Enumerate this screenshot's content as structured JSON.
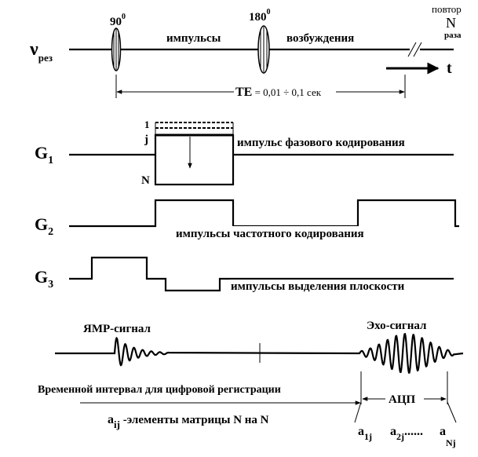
{
  "rf": {
    "nu_main": "ν",
    "nu_sub": "рез",
    "pulse90_label": "90",
    "pulse90_sup": "0",
    "pulse180_label": "180",
    "pulse180_sup": "0",
    "text_left": "импульсы",
    "text_right": "возбуждения",
    "repeat_top": "повтор",
    "repeat_N": "N",
    "repeat_bottom": "раза",
    "time_axis": "t",
    "te_label": "TE",
    "te_value": " = 0,01 ÷ 0,1 сек"
  },
  "g1": {
    "label_main": "G",
    "label_sub": "1",
    "step_top": "1",
    "step_j": "j",
    "step_N": "N",
    "caption": "импульс фазового кодирования"
  },
  "g2": {
    "label_main": "G",
    "label_sub": "2",
    "caption": "импульсы  частотного  кодирования"
  },
  "g3": {
    "label_main": "G",
    "label_sub": "3",
    "caption": "импульсы выделения плоскости"
  },
  "signal": {
    "nmr_label": "ЯМР-сигнал",
    "echo_label": "Эхо-сигнал",
    "interval_text": "Временной интервал для цифровой регистрации",
    "adc_label": "АЦП",
    "matrix_a": "a",
    "matrix_sub": "ij",
    "matrix_text": " -элементы матрицы  N на N",
    "a1": "a",
    "a1_sub": "1j",
    "a2": "a",
    "a2_sub": "2j",
    "dots": "......",
    "aN": "a",
    "aN_sub": "Nj"
  }
}
